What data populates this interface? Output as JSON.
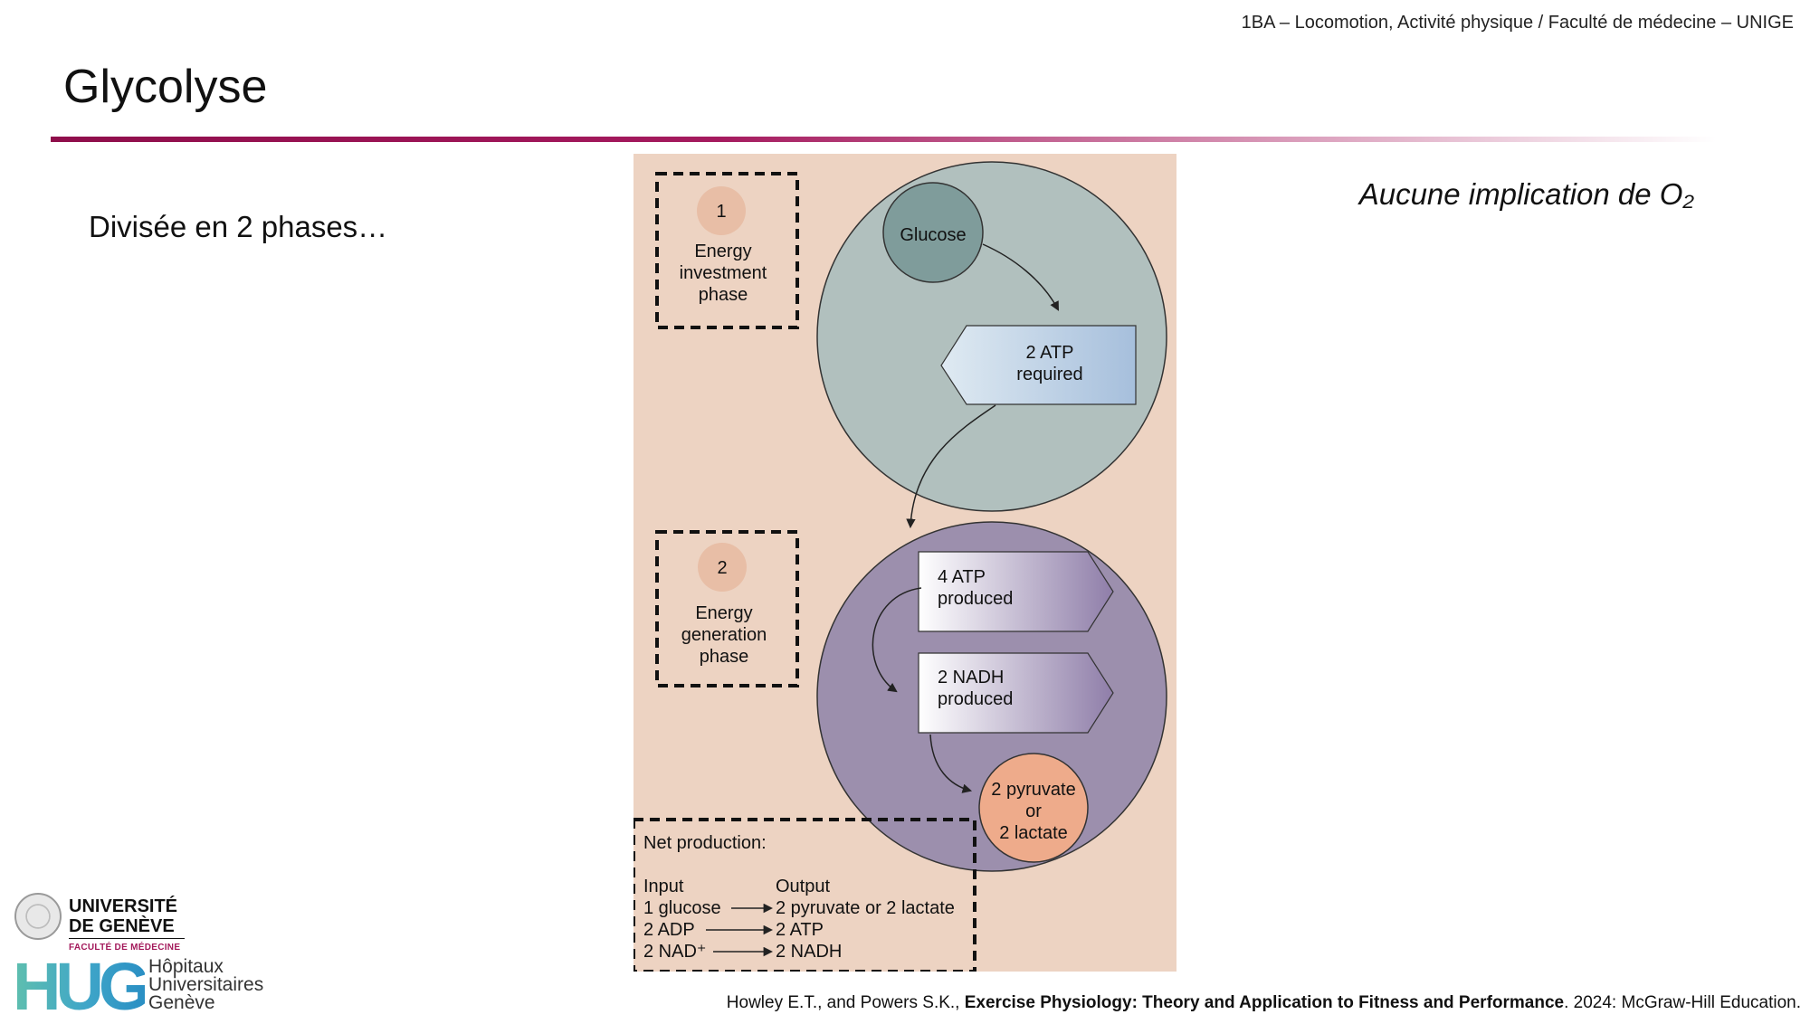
{
  "header": {
    "meta": "1BA – Locomotion, Activité physique / Faculté de médecine – UNIGE",
    "title": "Glycolyse"
  },
  "content": {
    "intro": "Divisée en 2 phases…",
    "note": "Aucune implication de O₂"
  },
  "diagram": {
    "colors": {
      "background": "#edd3c2",
      "phase1_circle": "#b1c0be",
      "glucose_circle": "#7f9c9b",
      "phase2_circle": "#9c8fad",
      "pyruvate_circle": "#eeab8b",
      "badge": "#e8bea6",
      "arrow_light": "#dfeaf2",
      "arrow_blue": "#a6bfdc",
      "arrow_purple": "#8f7ea9"
    },
    "phase1": {
      "number": "1",
      "label_lines": [
        "Energy",
        "investment",
        "phase"
      ],
      "glucose": "Glucose",
      "atp_lines": [
        "2 ATP",
        "required"
      ]
    },
    "phase2": {
      "number": "2",
      "label_lines": [
        "Energy",
        "generation",
        "phase"
      ],
      "atp_lines": [
        "4 ATP",
        "produced"
      ],
      "nadh_lines": [
        "2 NADH",
        "produced"
      ],
      "end_lines": [
        "2 pyruvate",
        "or",
        "2 lactate"
      ]
    },
    "net": {
      "title": "Net production:",
      "input_header": "Input",
      "output_header": "Output",
      "rows": [
        {
          "input": "1 glucose",
          "output": "2 pyruvate or 2 lactate"
        },
        {
          "input": "2 ADP",
          "output": "2 ATP"
        },
        {
          "input": "2 NAD⁺",
          "output": "2 NADH"
        }
      ]
    }
  },
  "citation": {
    "authors": "Howley E.T., and Powers S.K., ",
    "book": "Exercise Physiology: Theory and Application to Fitness and Performance",
    "rest": ". 2024: McGraw-Hill Education."
  },
  "logos": {
    "unige_line1": "UNIVERSITÉ",
    "unige_line2": "DE GENÈVE",
    "unige_faculty": "FACULTÉ DE MÉDECINE",
    "hug_mark": "HUG",
    "hug_line1": "Hôpitaux",
    "hug_line2": "Universitaires",
    "hug_line3": "Genève"
  }
}
